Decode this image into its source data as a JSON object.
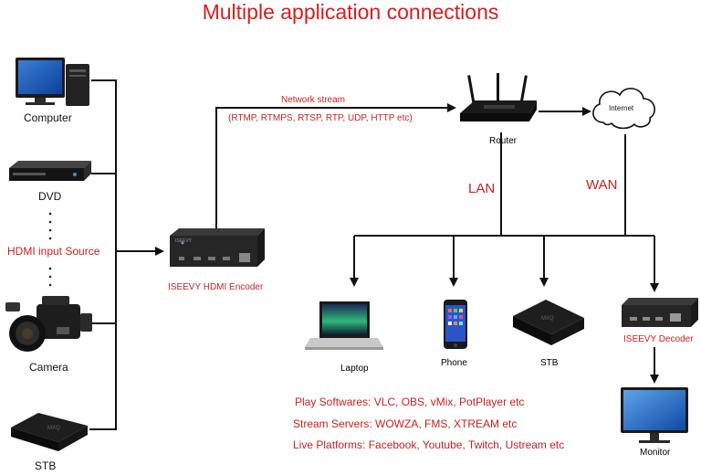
{
  "title": "Multiple application connections",
  "sources": {
    "computer": "Computer",
    "dvd": "DVD",
    "hdmi_input": "HDMI input Source",
    "camera": "Camera",
    "stb": "STB"
  },
  "encoder_label": "ISEEVY HDMI Encoder",
  "network_stream": {
    "title": "Network stream",
    "protocols": "(RTMP, RTMPS, RTSP, RTP, UDP, HTTP etc)"
  },
  "router_label": "Router",
  "internet_label": "Internet",
  "lan_label": "LAN",
  "wan_label": "WAN",
  "devices": {
    "laptop": "Laptop",
    "phone": "Phone",
    "stb": "STB",
    "decoder": "ISEEVY Decoder",
    "monitor": "Monitor"
  },
  "info_lines": [
    "Play Softwares: VLC, OBS, vMix, PotPlayer etc",
    "Stream Servers: WOWZA, FMS, XTREAM etc",
    "Live Platforms: Facebook, Youtube, Twitch, Ustream etc"
  ],
  "colors": {
    "title": "#d81e1e",
    "accent_red": "#cc1f1f",
    "line": "#111111"
  }
}
